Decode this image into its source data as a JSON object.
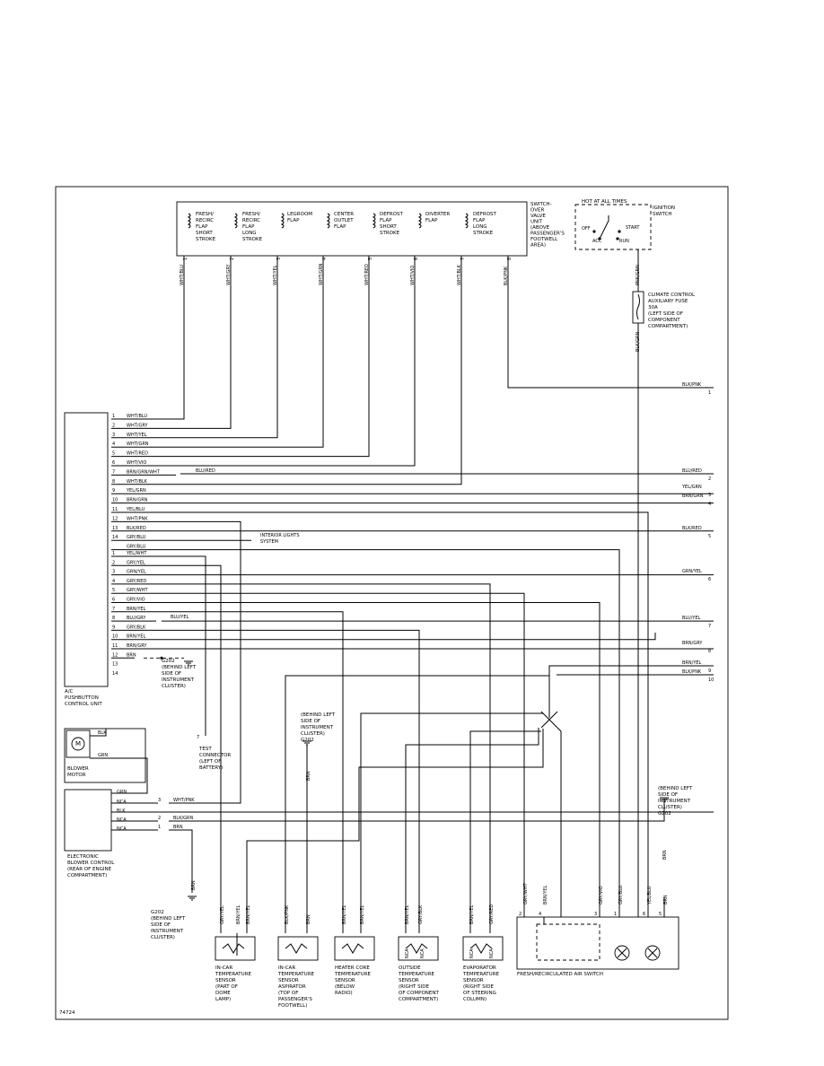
{
  "diagram_id": "74724",
  "switchover_unit": {
    "label": [
      "SWITCH-",
      "OVER",
      "VALVE",
      "UNIT",
      "(ABOVE",
      "PASSENGER'S",
      "FOOTWELL",
      "AREA)"
    ],
    "flaps": [
      [
        "FRESH/",
        "RECIRC",
        "FLAP",
        "SHORT",
        "STROKE"
      ],
      [
        "FRESH/",
        "RECIRC",
        "FLAP",
        "LONG",
        "STROKE"
      ],
      [
        "LEGROOM",
        "FLAP"
      ],
      [
        "CENTER",
        "OUTLET",
        "FLAP"
      ],
      [
        "DEFROST",
        "FLAP",
        "SHORT",
        "STROKE"
      ],
      [
        "DIVERTER",
        "FLAP"
      ],
      [
        "DEFROST",
        "FLAP",
        "LONG",
        "STROKE"
      ]
    ],
    "wires": [
      "WHT/BLU",
      "WHT/GRY",
      "WHT/YEL",
      "WHT/GRN",
      "WHT/RED",
      "WHT/VIO",
      "WHT/BLK",
      "BLK/PNK"
    ],
    "pins": [
      "1",
      "2",
      "3",
      "4",
      "5",
      "6",
      "7",
      "8"
    ]
  },
  "ignition": {
    "header": "HOT AT ALL TIMES",
    "label": [
      "IGNITION",
      "SWITCH"
    ],
    "positions": [
      "OFF",
      "ACC",
      "RUN",
      "START"
    ],
    "wire_out": "PNK/GRN",
    "fuse": [
      "CLIMATE CONTROL",
      "AUXILIARY FUSE",
      "30A",
      "(LEFT SIDE OF",
      "COMPONENT",
      "COMPARTMENT)"
    ],
    "fuse_out": "BLK/GRN"
  },
  "control_unit": {
    "label": [
      "A/C",
      "PUSHBUTTON",
      "CONTROL UNIT"
    ],
    "conn_a": [
      {
        "pin": "1",
        "wire": "WHT/BLU"
      },
      {
        "pin": "2",
        "wire": "WHT/GRY"
      },
      {
        "pin": "3",
        "wire": "WHT/YEL"
      },
      {
        "pin": "4",
        "wire": "WHT/GRN"
      },
      {
        "pin": "5",
        "wire": "WHT/RED"
      },
      {
        "pin": "6",
        "wire": "WHT/VIO"
      },
      {
        "pin": "7",
        "wire": "BRN/GRN/WHT"
      },
      {
        "pin": "8",
        "wire": "WHT/BLK"
      },
      {
        "pin": "9",
        "wire": "YEL/GRN"
      },
      {
        "pin": "10",
        "wire": "BRN/GRN"
      },
      {
        "pin": "11",
        "wire": "YEL/BLU"
      },
      {
        "pin": "12",
        "wire": "WHT/PNK"
      },
      {
        "pin": "13",
        "wire": "BLK/RED"
      },
      {
        "pin": "14",
        "wire": "GRY/BLU"
      },
      {
        "pin": "",
        "wire": "GRY/BLU"
      }
    ],
    "conn_b": [
      {
        "pin": "1",
        "wire": "YEL/WHT"
      },
      {
        "pin": "2",
        "wire": "GRY/YEL"
      },
      {
        "pin": "3",
        "wire": "GRN/YEL"
      },
      {
        "pin": "4",
        "wire": "GRY/RED"
      },
      {
        "pin": "5",
        "wire": "GRY/WHT"
      },
      {
        "pin": "6",
        "wire": "GRY/VIO"
      },
      {
        "pin": "7",
        "wire": "BRN/YEL"
      },
      {
        "pin": "8",
        "wire": "BLU/GRY"
      },
      {
        "pin": "9",
        "wire": "GRY/BLK"
      },
      {
        "pin": "10",
        "wire": "BRN/YEL"
      },
      {
        "pin": "11",
        "wire": "BRN/GRY"
      },
      {
        "pin": "12",
        "wire": "BRN"
      },
      {
        "pin": "13",
        "wire": ""
      },
      {
        "pin": "14",
        "wire": ""
      }
    ]
  },
  "inline_labels": {
    "blu_red": "BLU/RED",
    "blu_yel": "BLU/YEL",
    "interior_lights": [
      "INTERIOR LIGHTS",
      "SYSTEM"
    ]
  },
  "right_edge": [
    {
      "wire": "BLK/PNK",
      "num": "1"
    },
    {
      "wire": "BLU/RED",
      "num": "2"
    },
    {
      "wire": "YEL/GRN",
      "num": "3"
    },
    {
      "wire": "BRN/GRN",
      "num": "4"
    },
    {
      "wire": "BLK/RED",
      "num": "5"
    },
    {
      "wire": "GRN/YEL",
      "num": "6"
    },
    {
      "wire": "BLU/YEL",
      "num": "7"
    },
    {
      "wire": "BRN/GRY",
      "num": "8"
    },
    {
      "wire": "BRN/YEL",
      "num": "9"
    },
    {
      "wire": "BLK/PNK",
      "num": "10"
    }
  ],
  "grounds": {
    "g202_a": [
      "G202",
      "(BEHIND LEFT",
      "SIDE OF",
      "INSTRUMENT",
      "CLUSTER)"
    ],
    "g202_b": [
      "(BEHIND LEFT",
      "SIDE OF",
      "INSTRUMENT",
      "CLUSTER)",
      "G202"
    ],
    "g202_c": [
      "G202",
      "(BEHIND LEFT",
      "SIDE OF",
      "INSTRUMENT",
      "CLUSTER)"
    ],
    "g202_d": [
      "(BEHIND LEFT",
      "SIDE OF",
      "INSTRUMENT",
      "CLUSTER)",
      "G202"
    ],
    "wire": "BRN"
  },
  "test_connector": {
    "pin": "7",
    "label": [
      "TEST",
      "CONNECTOR",
      "(LEFT OF",
      "BATTERY)"
    ]
  },
  "blower": {
    "motor": [
      "BLOWER",
      "MOTOR"
    ],
    "control": [
      "ELECTRONIC",
      "BLOWER CONTROL",
      "(REAR OF ENGINE",
      "COMPARTMENT)"
    ],
    "wires": [
      "BLK",
      "GRN",
      "GRN",
      "NCA",
      "BLK",
      "NCA",
      "NCA"
    ],
    "conn": [
      {
        "pin": "3",
        "wire": "WHT/PNK"
      },
      {
        "pin": "2",
        "wire": "BLK/GRN"
      },
      {
        "pin": "1",
        "wire": "BRN"
      }
    ]
  },
  "sensors": [
    {
      "label": [
        "IN-CAR",
        "TEMPERATURE",
        "SENSOR",
        "(PART OF",
        "DOME",
        "LAMP)"
      ],
      "wires": [
        "GRY/YEL",
        "BRN/YEL",
        "BRN/YEL"
      ]
    },
    {
      "label": [
        "IN-CAR",
        "TEMPERATURE",
        "SENSOR",
        "ASPIRATOR",
        "(TOP OF",
        "PASSENGER'S",
        "FOOTWELL)"
      ],
      "wires": [
        "BLK/PNK",
        "BRN"
      ]
    },
    {
      "label": [
        "HEATER CORE",
        "TEMPERATURE",
        "SENSOR",
        "(BELOW",
        "RADIO)"
      ],
      "wires": [
        "BRN/YEL",
        "BRN/YEL"
      ]
    },
    {
      "label": [
        "OUTSIDE",
        "TEMPERATURE",
        "SENSOR",
        "(RIGHT SIDE",
        "OF COMPONENT",
        "COMPARTMENT)"
      ],
      "wires": [
        "BRN/YEL",
        "GRY/BLK",
        "NCA",
        "NCA"
      ]
    },
    {
      "label": [
        "EVAPORATOR",
        "TEMPERATURE",
        "SENSOR",
        "(RIGHT SIDE",
        "OF STEERING",
        "COLUMN)"
      ],
      "wires": [
        "BRN/YEL",
        "GRY/RED",
        "NCA",
        "NCA"
      ]
    }
  ],
  "recirc_switch": {
    "label": "FRESH/RECIRCULATED AIR SWITCH",
    "wires": [
      "GRY/WHT",
      "BRN/YEL",
      "GRY/VIO",
      "GRY/BLU",
      "YEL/BLU",
      "BRN"
    ],
    "pins": [
      "2",
      "4",
      "3",
      "1",
      "6",
      "5"
    ]
  }
}
